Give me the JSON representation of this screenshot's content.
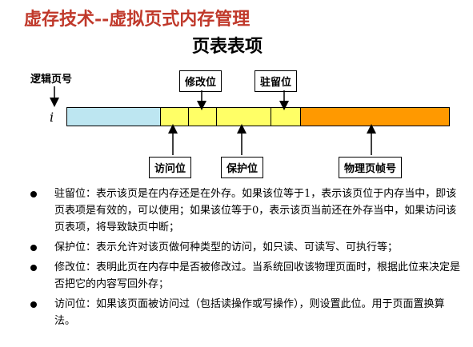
{
  "header": {
    "title": "虚存技术--虚拟页式内存管理",
    "subtitle": "页表表项"
  },
  "diagram": {
    "logical_page_label": "逻辑页号",
    "index_symbol": "i",
    "top_labels": {
      "modified": "修改位",
      "resident": "驻留位"
    },
    "bottom_labels": {
      "access": "访问位",
      "protection": "保护位",
      "frame": "物理页帧号"
    },
    "colors": {
      "index_field": "#bde6f1",
      "flag_fields": "#ffff66",
      "frame_field": "#ff9900",
      "title": "#c0392b"
    }
  },
  "bullets": [
    {
      "text": "驻留位：表示该页是在内存还是在外存。如果该位等于1，表示该页位于内存当中，即该页表项是有效的，可以使用；如果该位等于0，表示该页当前还在外存当中，如果访问该页表项，将导致缺页中断；"
    },
    {
      "text": "保护位：表示允许对该页做何种类型的访问，如只读、可读写、可执行等；"
    },
    {
      "text": "修改位：表明此页在内存中是否被修改过。当系统回收该物理页面时，根据此位来决定是否把它的内容写回外存；"
    },
    {
      "text": "访问位：如果该页面被访问过（包括读操作或写操作），则设置此位。用于页面置换算法。"
    }
  ]
}
